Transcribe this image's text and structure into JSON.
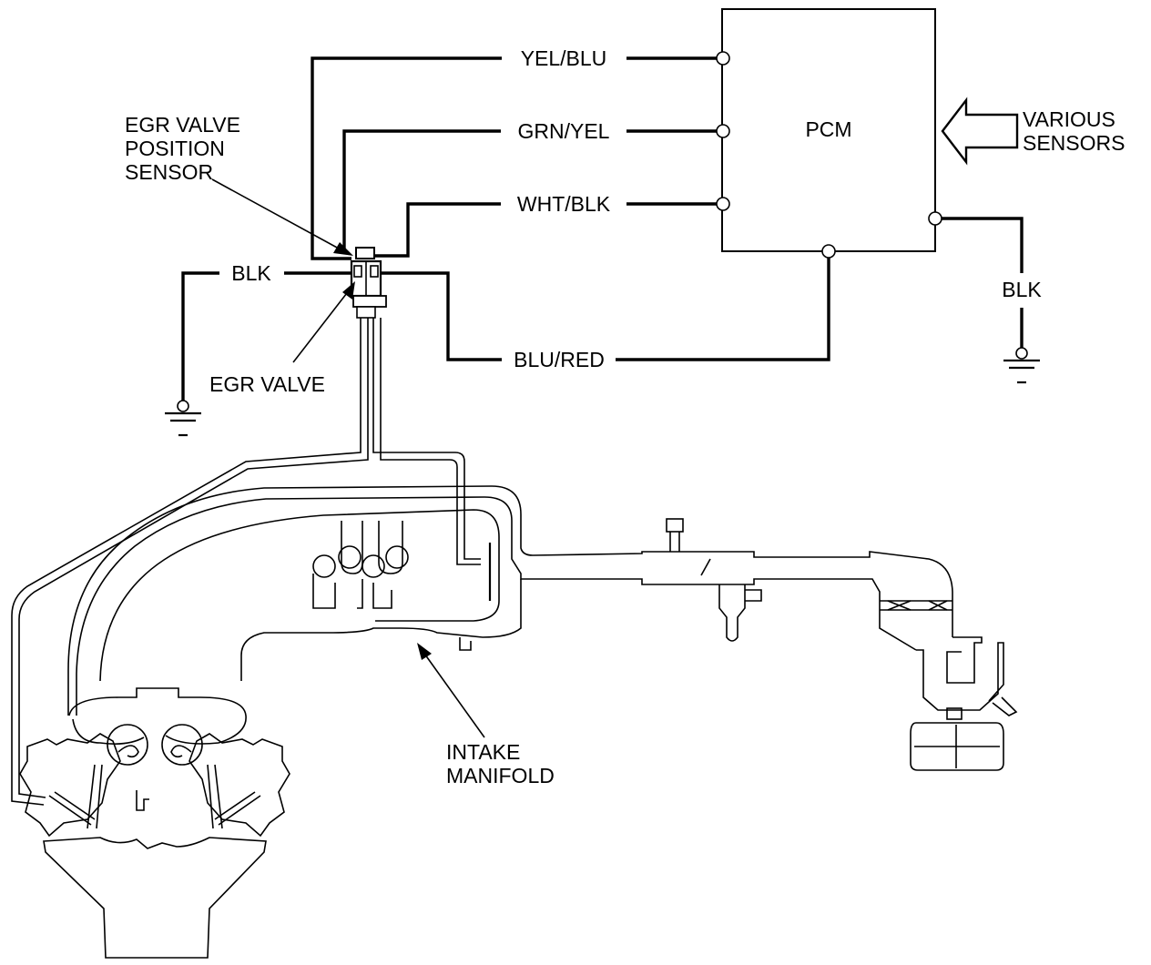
{
  "labels": {
    "pcm": "PCM",
    "various_sensors": [
      "VARIOUS",
      "SENSORS"
    ],
    "egr_position_sensor": [
      "EGR VALVE",
      "POSITION",
      "SENSOR"
    ],
    "egr_valve": "EGR VALVE",
    "intake_manifold": [
      "INTAKE",
      "MANIFOLD"
    ]
  },
  "wires": {
    "yel_blu": "YEL/BLU",
    "grn_yel": "GRN/YEL",
    "wht_blk": "WHT/BLK",
    "blu_red": "BLU/RED",
    "blk_left": "BLK",
    "blk_right": "BLK"
  }
}
